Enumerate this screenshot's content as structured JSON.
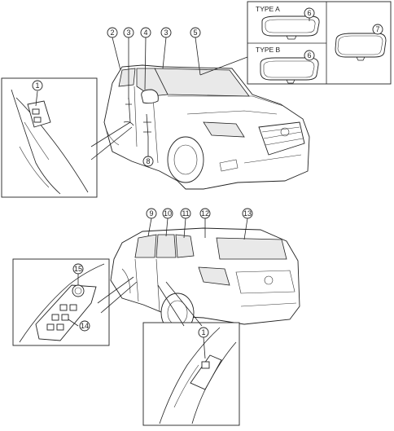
{
  "callouts": {
    "c1_top": "1",
    "c2": "2",
    "c3_a": "3",
    "c4": "4",
    "c3_b": "3",
    "c5": "5",
    "c6_a": "6",
    "c6_b": "6",
    "c7": "7",
    "c8": "8",
    "c9": "9",
    "c10": "10",
    "c11": "11",
    "c12": "12",
    "c13": "13",
    "c14": "14",
    "c15": "15",
    "c1_bottom": "1"
  },
  "mirror_panel": {
    "type_a_label": "TYPE A",
    "type_b_label": "TYPE B"
  },
  "colors": {
    "line": "#222222",
    "glass": "#e9e9e9"
  }
}
